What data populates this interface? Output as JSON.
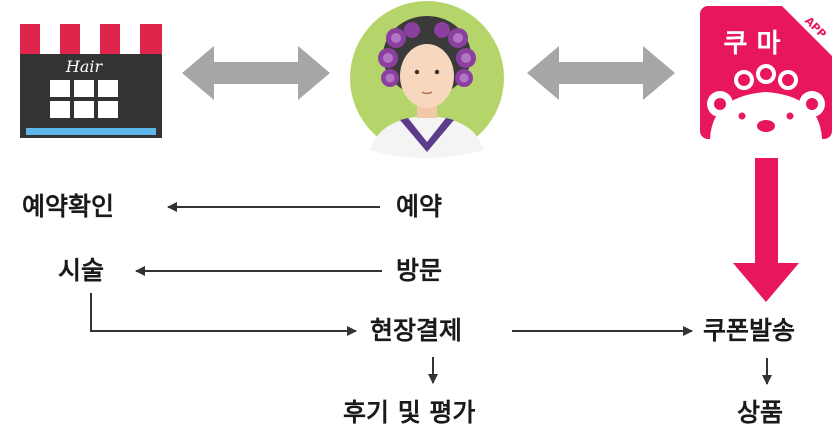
{
  "icons": {
    "salon": {
      "name": "hair-salon-icon",
      "sign_text": "Hair"
    },
    "customer": {
      "name": "customer-avatar-icon"
    },
    "app": {
      "name": "kuma-app-icon",
      "title": "쿠 마",
      "badge": "APP"
    }
  },
  "labels": {
    "reservation_confirm": "예약확인",
    "reservation": "예약",
    "treatment": "시술",
    "visit": "방문",
    "onsite_payment": "현장결제",
    "coupon_issue": "쿠폰발송",
    "review_rating": "후기 및 평가",
    "gift": "상품"
  },
  "colors": {
    "gray_arrow": "#a6a6a6",
    "pink_arrow": "#e8175d",
    "app_bg": "#e8175d",
    "avatar_bg": "#b5d56a",
    "store_dark": "#333333",
    "store_stripe_red": "#e0254b",
    "store_bar_blue": "#5fb6e8",
    "curler_purple": "#8b3f9e"
  }
}
